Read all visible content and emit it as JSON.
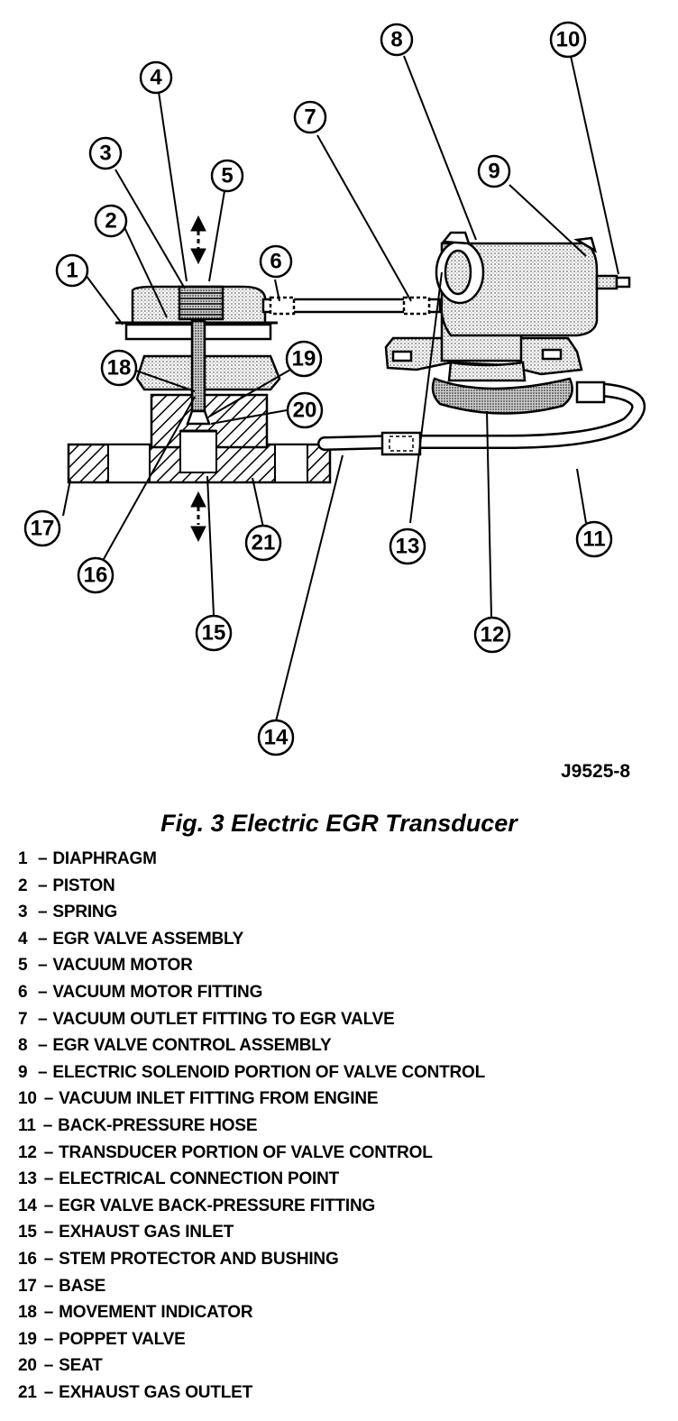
{
  "figure": {
    "id": "J9525-8",
    "caption": "Fig. 3 Electric EGR Transducer"
  },
  "callouts": [
    "1",
    "2",
    "3",
    "4",
    "5",
    "6",
    "7",
    "8",
    "9",
    "10",
    "11",
    "12",
    "13",
    "14",
    "15",
    "16",
    "17",
    "18",
    "19",
    "20",
    "21"
  ],
  "legend": [
    {
      "num": "1",
      "label": "DIAPHRAGM"
    },
    {
      "num": "2",
      "label": "PISTON"
    },
    {
      "num": "3",
      "label": "SPRING"
    },
    {
      "num": "4",
      "label": "EGR VALVE ASSEMBLY"
    },
    {
      "num": "5",
      "label": "VACUUM MOTOR"
    },
    {
      "num": "6",
      "label": "VACUUM MOTOR FITTING"
    },
    {
      "num": "7",
      "label": "VACUUM OUTLET FITTING TO EGR VALVE"
    },
    {
      "num": "8",
      "label": "EGR VALVE CONTROL ASSEMBLY"
    },
    {
      "num": "9",
      "label": "ELECTRIC SOLENOID PORTION OF VALVE CONTROL"
    },
    {
      "num": "10",
      "label": "VACUUM INLET FITTING FROM ENGINE"
    },
    {
      "num": "11",
      "label": "BACK-PRESSURE HOSE"
    },
    {
      "num": "12",
      "label": "TRANSDUCER PORTION OF VALVE CONTROL"
    },
    {
      "num": "13",
      "label": "ELECTRICAL CONNECTION POINT"
    },
    {
      "num": "14",
      "label": "EGR VALVE BACK-PRESSURE FITTING"
    },
    {
      "num": "15",
      "label": "EXHAUST GAS INLET"
    },
    {
      "num": "16",
      "label": "STEM PROTECTOR AND BUSHING"
    },
    {
      "num": "17",
      "label": "BASE"
    },
    {
      "num": "18",
      "label": "MOVEMENT INDICATOR"
    },
    {
      "num": "19",
      "label": "POPPET VALVE"
    },
    {
      "num": "20",
      "label": "SEAT"
    },
    {
      "num": "21",
      "label": "EXHAUST GAS OUTLET"
    }
  ]
}
